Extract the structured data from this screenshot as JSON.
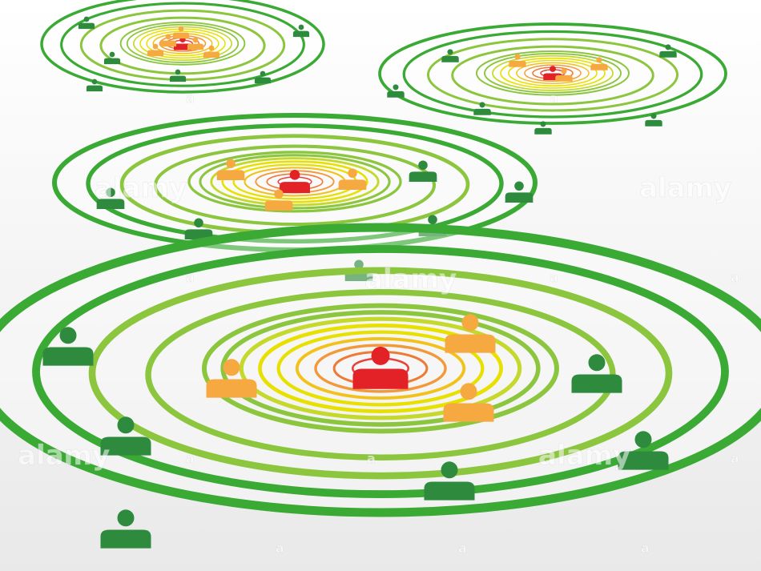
{
  "illustration": {
    "subject": "concentric proximity rings with people icons",
    "colors": {
      "background": "#f3f3f3",
      "outer_ring_green": "#3aaa35",
      "mid_ring_lightgreen": "#8cc63f",
      "inner_ring_yellow": "#e8e000",
      "core_ring_orange": "#f29a3a",
      "center_ring_red": "#e8433b",
      "person_red": "#e32227",
      "person_orange": "#f7a941",
      "person_green": "#2e8b3e"
    },
    "icons": {
      "center_person": "person-icon-red",
      "near_person": "person-icon-orange",
      "far_person": "person-icon-green"
    }
  },
  "watermark": {
    "word": "alamy",
    "letter": "a"
  }
}
